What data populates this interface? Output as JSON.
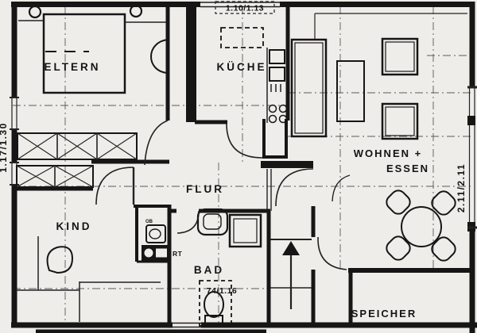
{
  "colors": {
    "paper": "#efede9",
    "ink": "#161616"
  },
  "rooms": {
    "eltern": {
      "label": "ELTERN"
    },
    "kueche": {
      "label": "KÜCHE",
      "window_dim": "1.10/1.13"
    },
    "wohnen_essen": {
      "label_line_1": "WOHNEN +",
      "label_line_2": "ESSEN"
    },
    "flur": {
      "label": "FLUR"
    },
    "kind": {
      "label": "KIND"
    },
    "bad": {
      "label": "BAD",
      "wc_dim": "74/1.16"
    },
    "speicher": {
      "label": "SPEICHER"
    }
  },
  "dimensions": {
    "left_window": "1.17/1.30",
    "right_window": "2.11/2.11"
  },
  "labels": {
    "shaft_rt": "RT",
    "shaft_ob": "OB"
  }
}
